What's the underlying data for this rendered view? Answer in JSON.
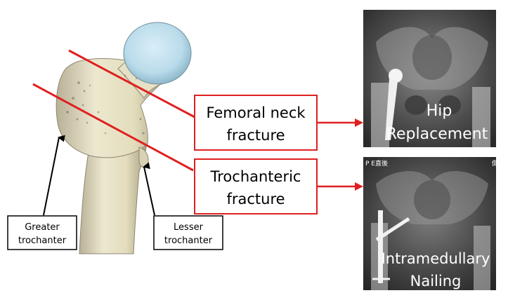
{
  "fractures": {
    "neck": {
      "line1": "Femoral neck",
      "line2": "fracture"
    },
    "trochanteric": {
      "line1": "Trochanteric",
      "line2": "fracture"
    }
  },
  "anatomy": {
    "greater": {
      "line1": "Greater",
      "line2": "trochanter"
    },
    "lesser": {
      "line1": "Lesser",
      "line2": "trochanter"
    }
  },
  "treatments": {
    "replacement": {
      "line1": "Hip",
      "line2": "Replacement"
    },
    "nailing": {
      "line1": "Intramedullary",
      "line2": "Nailing"
    }
  },
  "xray_corner_label": "P E直後",
  "xray_corner_label_right": "側",
  "colors": {
    "fracture_line": "#e02020",
    "arrow": "#000000",
    "bone": "#e6e1c4",
    "xray_bg": "#3a3a3a"
  }
}
